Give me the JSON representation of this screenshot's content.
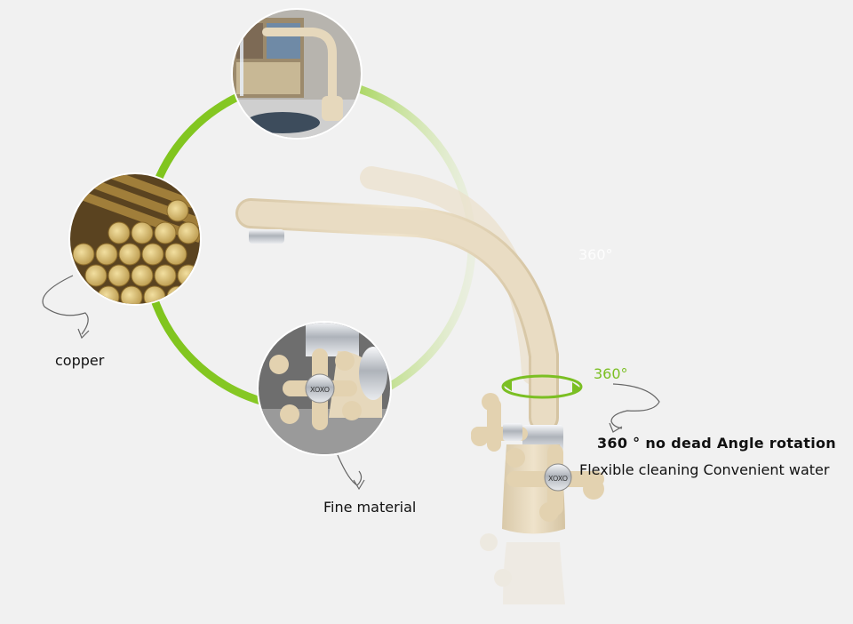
{
  "labels": {
    "copper": "copper",
    "fine_material": "Fine material",
    "rotation_title": "360 ° no dead Angle rotation",
    "rotation_subtitle": "Flexible cleaning Convenient water",
    "degree_green": "360°",
    "degree_faint": "360°"
  },
  "colors": {
    "background": "#f1f1f1",
    "accent_green": "#7bbf23",
    "faucet_body": "#e6d8bc",
    "chrome": "#c9ccd1"
  },
  "badges": [
    {
      "name": "kitchen-scene-image",
      "icon": "kitchen-sink-photo"
    },
    {
      "name": "copper-rods-image",
      "icon": "copper-rods-photo"
    },
    {
      "name": "handle-closeup-image",
      "icon": "cross-handle-photo"
    }
  ],
  "product": {
    "brand_mark": "XOXO"
  }
}
